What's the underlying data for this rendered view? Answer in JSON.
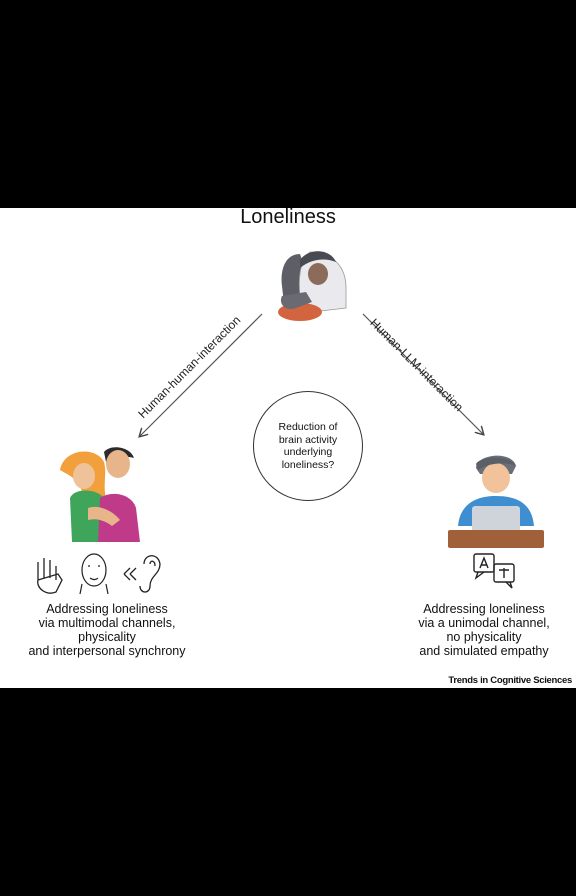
{
  "diagram": {
    "title": "Loneliness",
    "left_arrow_label": "Human-human-interaction",
    "right_arrow_label": "Human-LLM-interaction",
    "center_question": [
      "Reduction of",
      "brain activity",
      "underlying",
      "loneliness?"
    ],
    "left_caption": [
      "Addressing loneliness",
      "via multimodal channels,",
      "physicality",
      "and interpersonal synchrony"
    ],
    "right_caption": [
      "Addressing loneliness",
      "via a unimodal channel,",
      "no physicality",
      "and simulated empathy"
    ],
    "credit": "Trends in Cognitive Sciences",
    "icons": {
      "top": "lonely-person-icon",
      "left": "hugging-people-icon",
      "right": "person-laptop-icon",
      "modal_left": [
        "hand-touch-icon",
        "face-icon",
        "hearing-icon"
      ],
      "modal_right": "chat-translate-icon"
    }
  }
}
